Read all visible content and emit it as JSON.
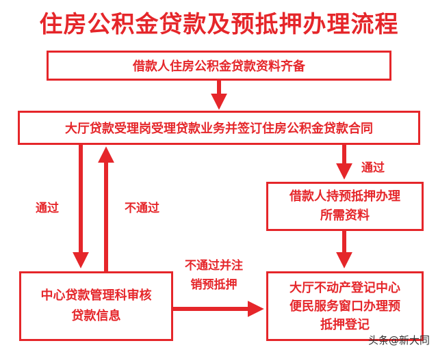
{
  "title": "住房公积金贷款及预抵押办理流程",
  "colors": {
    "accent": "#e5262a"
  },
  "nodes": {
    "step1": "借款人住房公积金贷款资料齐备",
    "step2": "大厅贷款受理岗受理贷款业务并签订住房公积金贷款合同",
    "review": [
      "中心贷款管理科审核",
      "贷款信息"
    ],
    "prepare": [
      "借款人持预抵押办理",
      "所需资料"
    ],
    "register": [
      "大厅不动产登记中心",
      "便民服务窗口办理预",
      "抵押登记"
    ]
  },
  "edges": {
    "pass_left": "通过",
    "fail_left": "不通过",
    "pass_right": "通过",
    "fail_cancel": [
      "不通过并注",
      "销预抵押"
    ]
  },
  "watermark": "头条@新大同"
}
